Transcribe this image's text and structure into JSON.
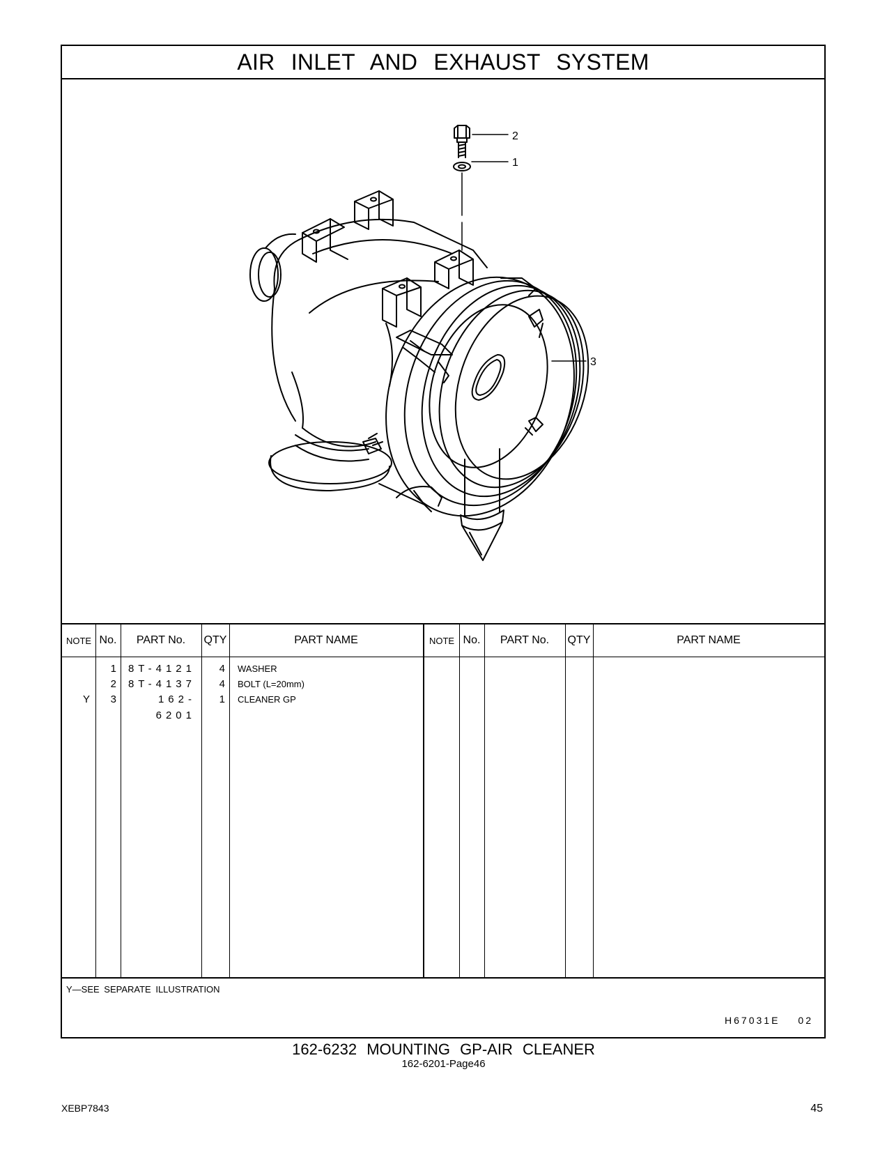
{
  "header": {
    "title": "AIR INLET AND EXHAUST SYSTEM"
  },
  "illustration": {
    "callouts": [
      "2",
      "1",
      "3"
    ]
  },
  "table": {
    "columns": {
      "note": "NOTE",
      "no": "No.",
      "part_no": "PART No.",
      "qty": "QTY",
      "part_name": "PART NAME"
    },
    "rows": [
      {
        "note": "",
        "no": "1",
        "part_no": "8T-4121",
        "qty": "4",
        "part_name": "WASHER"
      },
      {
        "note": "",
        "no": "2",
        "part_no": "8T-4137",
        "qty": "4",
        "part_name": "BOLT (L=20mm)"
      },
      {
        "note": "Y",
        "no": "3",
        "part_no": "162-6201",
        "qty": "1",
        "part_name": "CLEANER GP"
      }
    ]
  },
  "footer": {
    "note": "Y—SEE SEPARATE ILLUSTRATION",
    "ref_code": "H67031E",
    "ref_suffix": "02"
  },
  "caption": {
    "main": "162-6232 MOUNTING GP-AIR CLEANER",
    "sub": "162-6201-Page46"
  },
  "page": {
    "doc_id": "XEBP7843",
    "number": "45"
  }
}
